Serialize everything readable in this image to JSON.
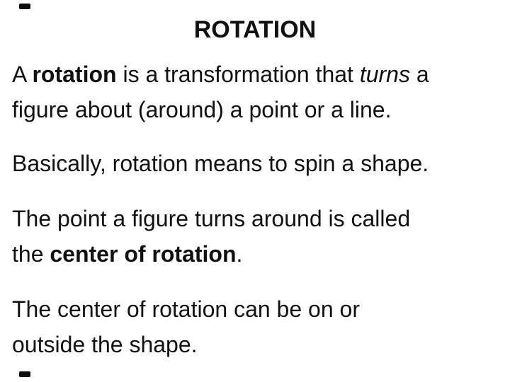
{
  "page": {
    "background_color": "#ffffff",
    "text_color": "#111111"
  },
  "title": "ROTATION",
  "decorations": {
    "top_left_mark": "small-black-dash",
    "bottom_left_mark": "small-black-dash"
  },
  "paragraphs": [
    {
      "lines": [
        {
          "segments": [
            {
              "text": "A ",
              "style": "regular"
            },
            {
              "text": "rotation",
              "style": "bold"
            },
            {
              "text": " is a transformation that ",
              "style": "regular"
            },
            {
              "text": "turns",
              "style": "italic"
            },
            {
              "text": " a",
              "style": "regular"
            }
          ]
        },
        {
          "segments": [
            {
              "text": "figure about (around) a point or a line.",
              "style": "regular"
            }
          ]
        }
      ]
    },
    {
      "lines": [
        {
          "segments": [
            {
              "text": "Basically, rotation means to spin a shape.",
              "style": "regular"
            }
          ]
        }
      ]
    },
    {
      "lines": [
        {
          "segments": [
            {
              "text": "The point a figure turns around is called",
              "style": "regular"
            }
          ]
        },
        {
          "segments": [
            {
              "text": "the ",
              "style": "regular"
            },
            {
              "text": "center of rotation",
              "style": "bold"
            },
            {
              "text": ".",
              "style": "regular"
            }
          ]
        }
      ]
    },
    {
      "lines": [
        {
          "segments": [
            {
              "text": "The center of rotation can be on or",
              "style": "regular"
            }
          ]
        },
        {
          "segments": [
            {
              "text": "outside the shape.",
              "style": "regular"
            }
          ]
        }
      ]
    }
  ]
}
